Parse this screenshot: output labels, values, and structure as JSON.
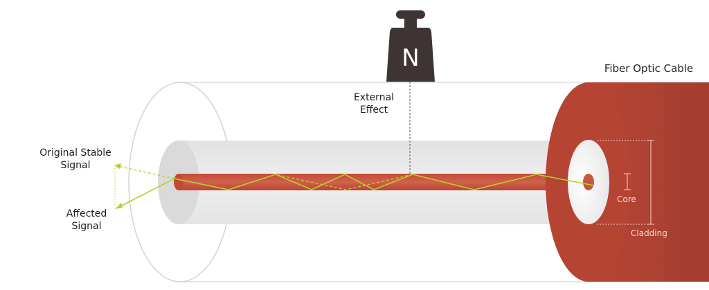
{
  "weight": {
    "symbol": "N"
  },
  "labels": {
    "cable_title": "Fiber Optic Cable",
    "external_effect": [
      "External",
      "Effect"
    ],
    "original_signal": [
      "Original Stable",
      "Signal"
    ],
    "affected_signal": [
      "Affected",
      "Signal"
    ],
    "core": "Core",
    "cladding": "Cladding"
  },
  "colors": {
    "jacket": "#b84535",
    "jacket_dark": "#9e3a2c",
    "core": "#c8553f",
    "signal": "#b8cf2a",
    "weight": "#3e3434",
    "outline": "#cfcfcf"
  }
}
